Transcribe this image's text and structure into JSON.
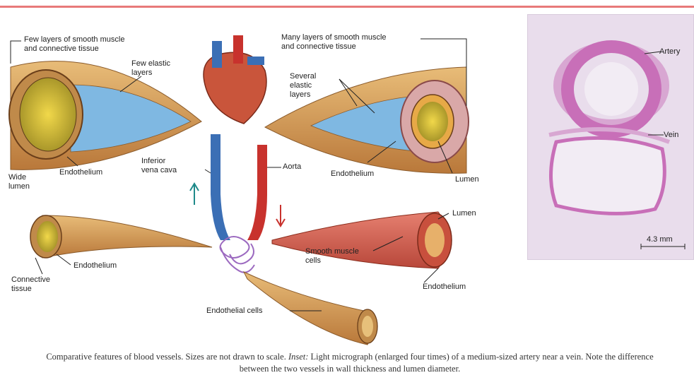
{
  "labels": {
    "few_layers": "Few layers of smooth muscle\nand connective tissue",
    "few_elastic": "Few elastic\nlayers",
    "wide_lumen": "Wide\nlumen",
    "endothelium_left": "Endothelium",
    "inferior_vena_cava": "Inferior\nvena cava",
    "many_layers": "Many layers of smooth muscle\nand connective tissue",
    "several_elastic": "Several\nelastic\nlayers",
    "endothelium_artery": "Endothelium",
    "lumen_artery": "Lumen",
    "aorta": "Aorta",
    "lumen_arteriole": "Lumen",
    "smooth_muscle_cells": "Smooth muscle\ncells",
    "endothelium_arteriole": "Endothelium",
    "endothelium_venule": "Endothelium",
    "connective_tissue": "Connective\ntissue",
    "endothelial_cells": "Endothelial cells"
  },
  "micrograph": {
    "artery_label": "Artery",
    "vein_label": "Vein",
    "scale_label": "4.3 mm"
  },
  "caption": {
    "lead": "Comparative features of blood vessels. Sizes are not drawn to scale. ",
    "inset_word": "Inset:",
    "rest": " Light micrograph (enlarged four times) of a medium-sized artery near a vein. Note the difference between the two vessels in wall thickness and lumen diameter."
  },
  "colors": {
    "accent_line": "#e87a7a",
    "vein_blue": "#3b6fb5",
    "artery_red": "#c8322d",
    "tissue_tan": "#d9a15a",
    "stain_pink": "#c86fb8"
  }
}
